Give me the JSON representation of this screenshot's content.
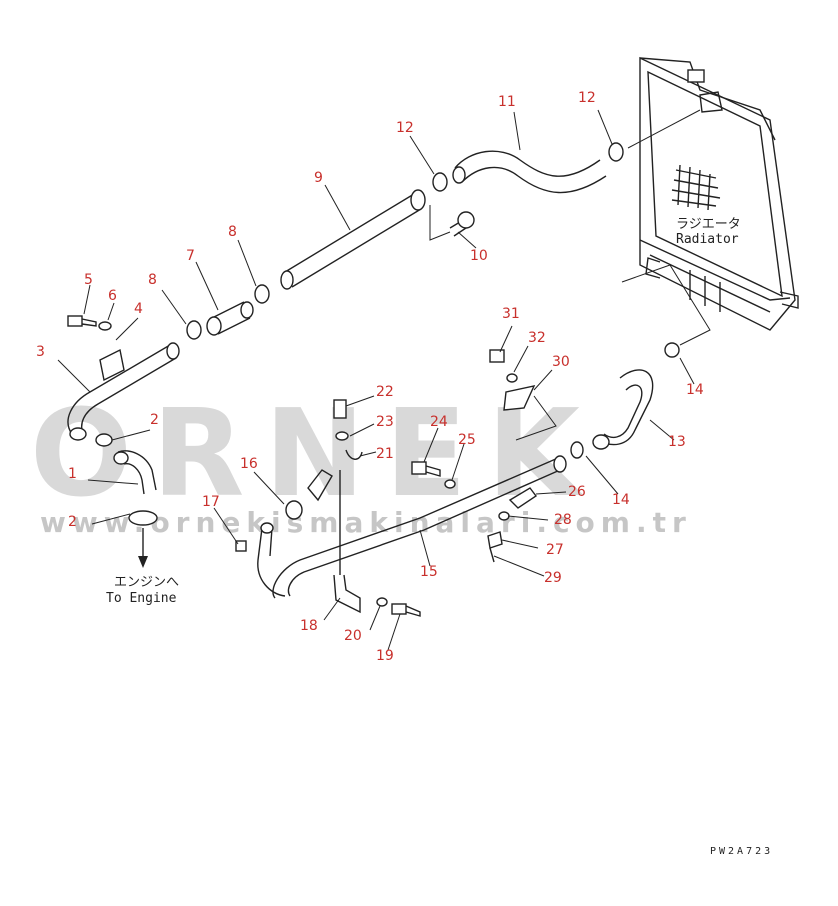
{
  "watermark": {
    "logo": "ORNEK",
    "site": "www.ornekismakinalari.com.tr"
  },
  "labels": {
    "radiator_jp": "ラジエータ",
    "radiator_en": "Radiator",
    "engine_jp": "エンジンへ",
    "engine_en": "To Engine",
    "drawing_code": "PW2A723"
  },
  "callouts": [
    "1",
    "2",
    "2",
    "3",
    "4",
    "5",
    "6",
    "7",
    "8",
    "8",
    "9",
    "10",
    "11",
    "12",
    "12",
    "13",
    "14",
    "14",
    "15",
    "16",
    "17",
    "18",
    "19",
    "20",
    "21",
    "22",
    "23",
    "24",
    "25",
    "26",
    "27",
    "28",
    "29",
    "30",
    "31",
    "32"
  ]
}
